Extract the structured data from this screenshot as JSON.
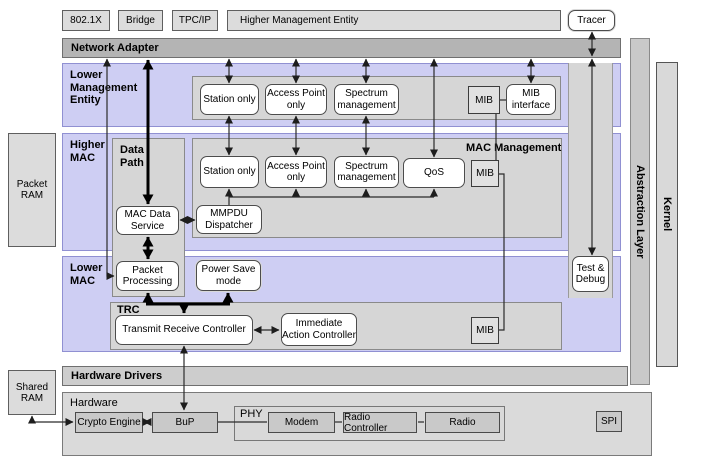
{
  "top_row": {
    "external_entities": [
      "802.1X",
      "Bridge",
      "TPC/IP",
      "Higher Management Entity"
    ],
    "tracer": "Tracer"
  },
  "network_adapter": {
    "title": "Network Adapter"
  },
  "side_bars": {
    "abstraction_layer": "Abstraction Layer",
    "kernel": "Kernel"
  },
  "memories": {
    "packet_ram": "Packet RAM",
    "shared_ram": "Shared RAM"
  },
  "lower_management_entity": {
    "title": "Lower Management Entity",
    "station_only": "Station only",
    "access_point_only": "Access Point only",
    "spectrum_management": "Spectrum management",
    "mib": "MIB",
    "mib_interface": "MIB interface"
  },
  "higher_mac": {
    "title": "Higher MAC",
    "data_path": {
      "title": "Data Path",
      "mac_data_service": "MAC Data Service",
      "packet_processing": "Packet Processing"
    },
    "mac_management": {
      "title": "MAC Management",
      "station_only": "Station only",
      "access_point_only": "Access Point only",
      "spectrum_management": "Spectrum management",
      "qos": "QoS",
      "mib": "MIB",
      "mmpdu_dispatcher": "MMPDU Dispatcher"
    }
  },
  "lower_mac": {
    "title": "Lower MAC",
    "power_save_mode": "Power Save mode",
    "trc": {
      "title": "TRC",
      "transmit_receive_controller": "Transmit Receive Controller",
      "immediate_action_controller": "Immediate Action Controller",
      "mib": "MIB"
    }
  },
  "test_debug": "Test & Debug",
  "hardware_drivers": "Hardware Drivers",
  "hardware": {
    "title": "Hardware",
    "crypto_engine": "Crypto Engine",
    "bup": "BuP",
    "phy": {
      "title": "PHY",
      "modem": "Modem",
      "radio_controller": "Radio Controller",
      "radio": "Radio"
    },
    "spi": "SPI"
  },
  "colors": {
    "section_fill": "#cecef3",
    "section_border": "#9090d2",
    "container_fill": "#d6d6d6",
    "network_adapter_fill": "#b4b4b4",
    "chip_fill": "#dcdcdc",
    "hardware_chip_fill": "#c9c9c9"
  }
}
